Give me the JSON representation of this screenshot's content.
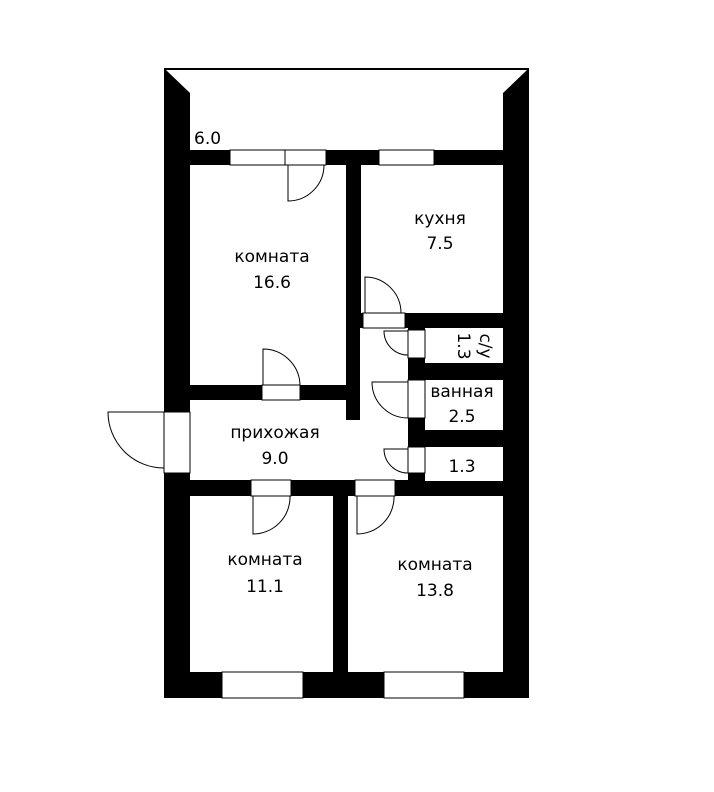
{
  "plan": {
    "wall_color": "#000000",
    "floor_color": "#ffffff",
    "rooms": {
      "balcony": {
        "area": "6.0"
      },
      "room1": {
        "name": "комната",
        "area": "16.6"
      },
      "kitchen": {
        "name": "кухня",
        "area": "7.5"
      },
      "wc": {
        "name": "с/у",
        "area": "1.3"
      },
      "bath": {
        "name": "ванная",
        "area": "2.5"
      },
      "storage": {
        "area": "1.3"
      },
      "hall": {
        "name": "прихожая",
        "area": "9.0"
      },
      "room2": {
        "name": "комната",
        "area": "11.1"
      },
      "room3": {
        "name": "комната",
        "area": "13.8"
      }
    }
  }
}
